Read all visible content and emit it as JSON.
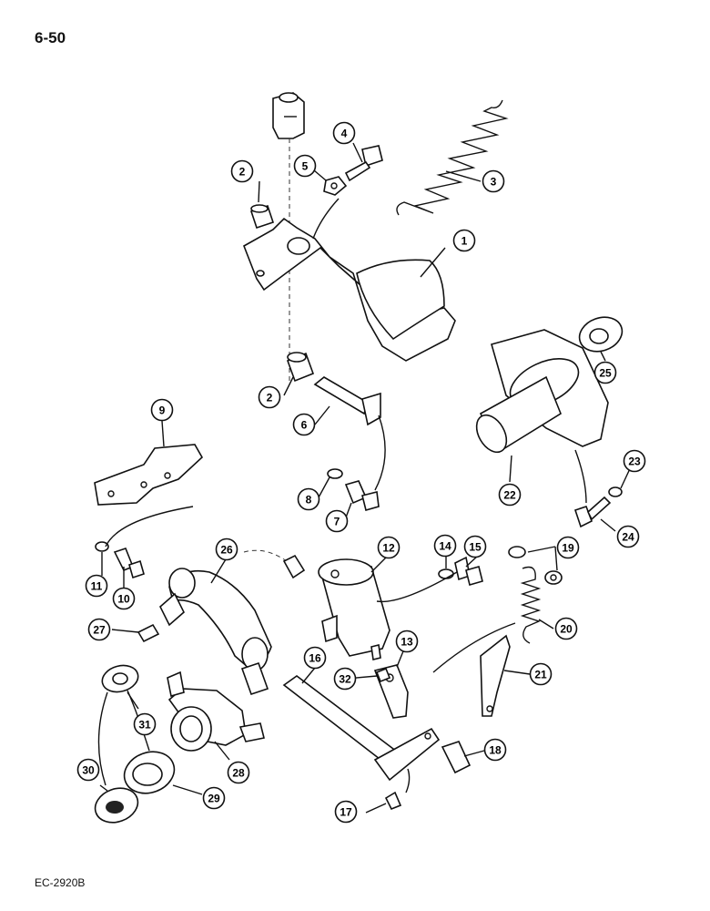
{
  "page_number": "6-50",
  "figure_code": "EC-2920B",
  "callouts": [
    "1",
    "2",
    "2",
    "3",
    "4",
    "5",
    "6",
    "7",
    "8",
    "9",
    "10",
    "11",
    "12",
    "13",
    "14",
    "15",
    "16",
    "17",
    "18",
    "19",
    "20",
    "21",
    "22",
    "23",
    "24",
    "25",
    "26",
    "27",
    "28",
    "29",
    "30",
    "31",
    "32"
  ]
}
